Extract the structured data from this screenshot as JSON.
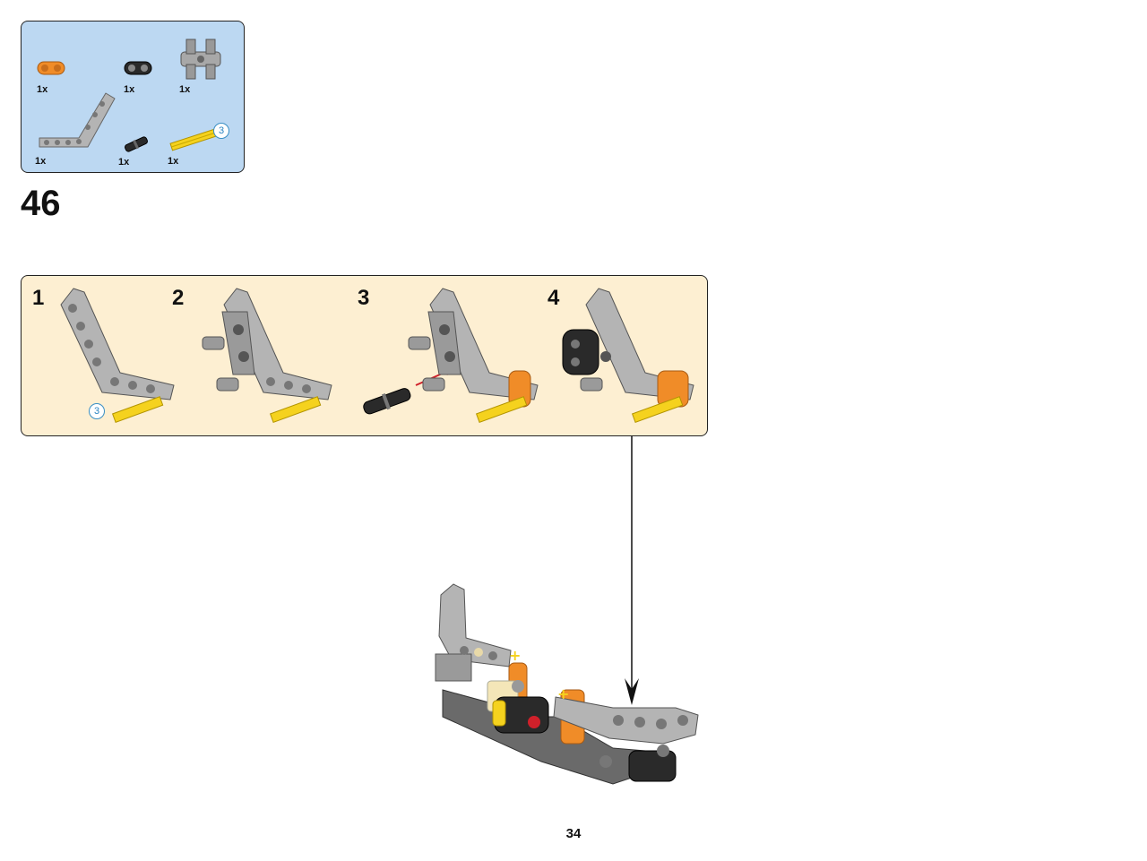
{
  "parts_list": {
    "items": [
      {
        "name": "orange-connector",
        "qty": "1x"
      },
      {
        "name": "black-connector",
        "qty": "1x"
      },
      {
        "name": "double-pin-connector",
        "qty": "1x"
      },
      {
        "name": "bent-beam",
        "qty": "1x"
      },
      {
        "name": "black-pin",
        "qty": "1x"
      },
      {
        "name": "yellow-axle",
        "qty": "1x",
        "length_callout": "3"
      }
    ]
  },
  "step": {
    "number": "46"
  },
  "substeps": [
    {
      "number": "1",
      "axle_callout": "3"
    },
    {
      "number": "2"
    },
    {
      "number": "3"
    },
    {
      "number": "4"
    }
  ],
  "page": {
    "number": "34"
  },
  "colors": {
    "parts_bg": "#bcd8f2",
    "substep_bg": "#fdefd2",
    "beam_gray": "#b4b4b4",
    "orange": "#f08c28",
    "yellow": "#f5d21e",
    "black": "#2a2a2a",
    "arrow_red": "#d0202a"
  }
}
